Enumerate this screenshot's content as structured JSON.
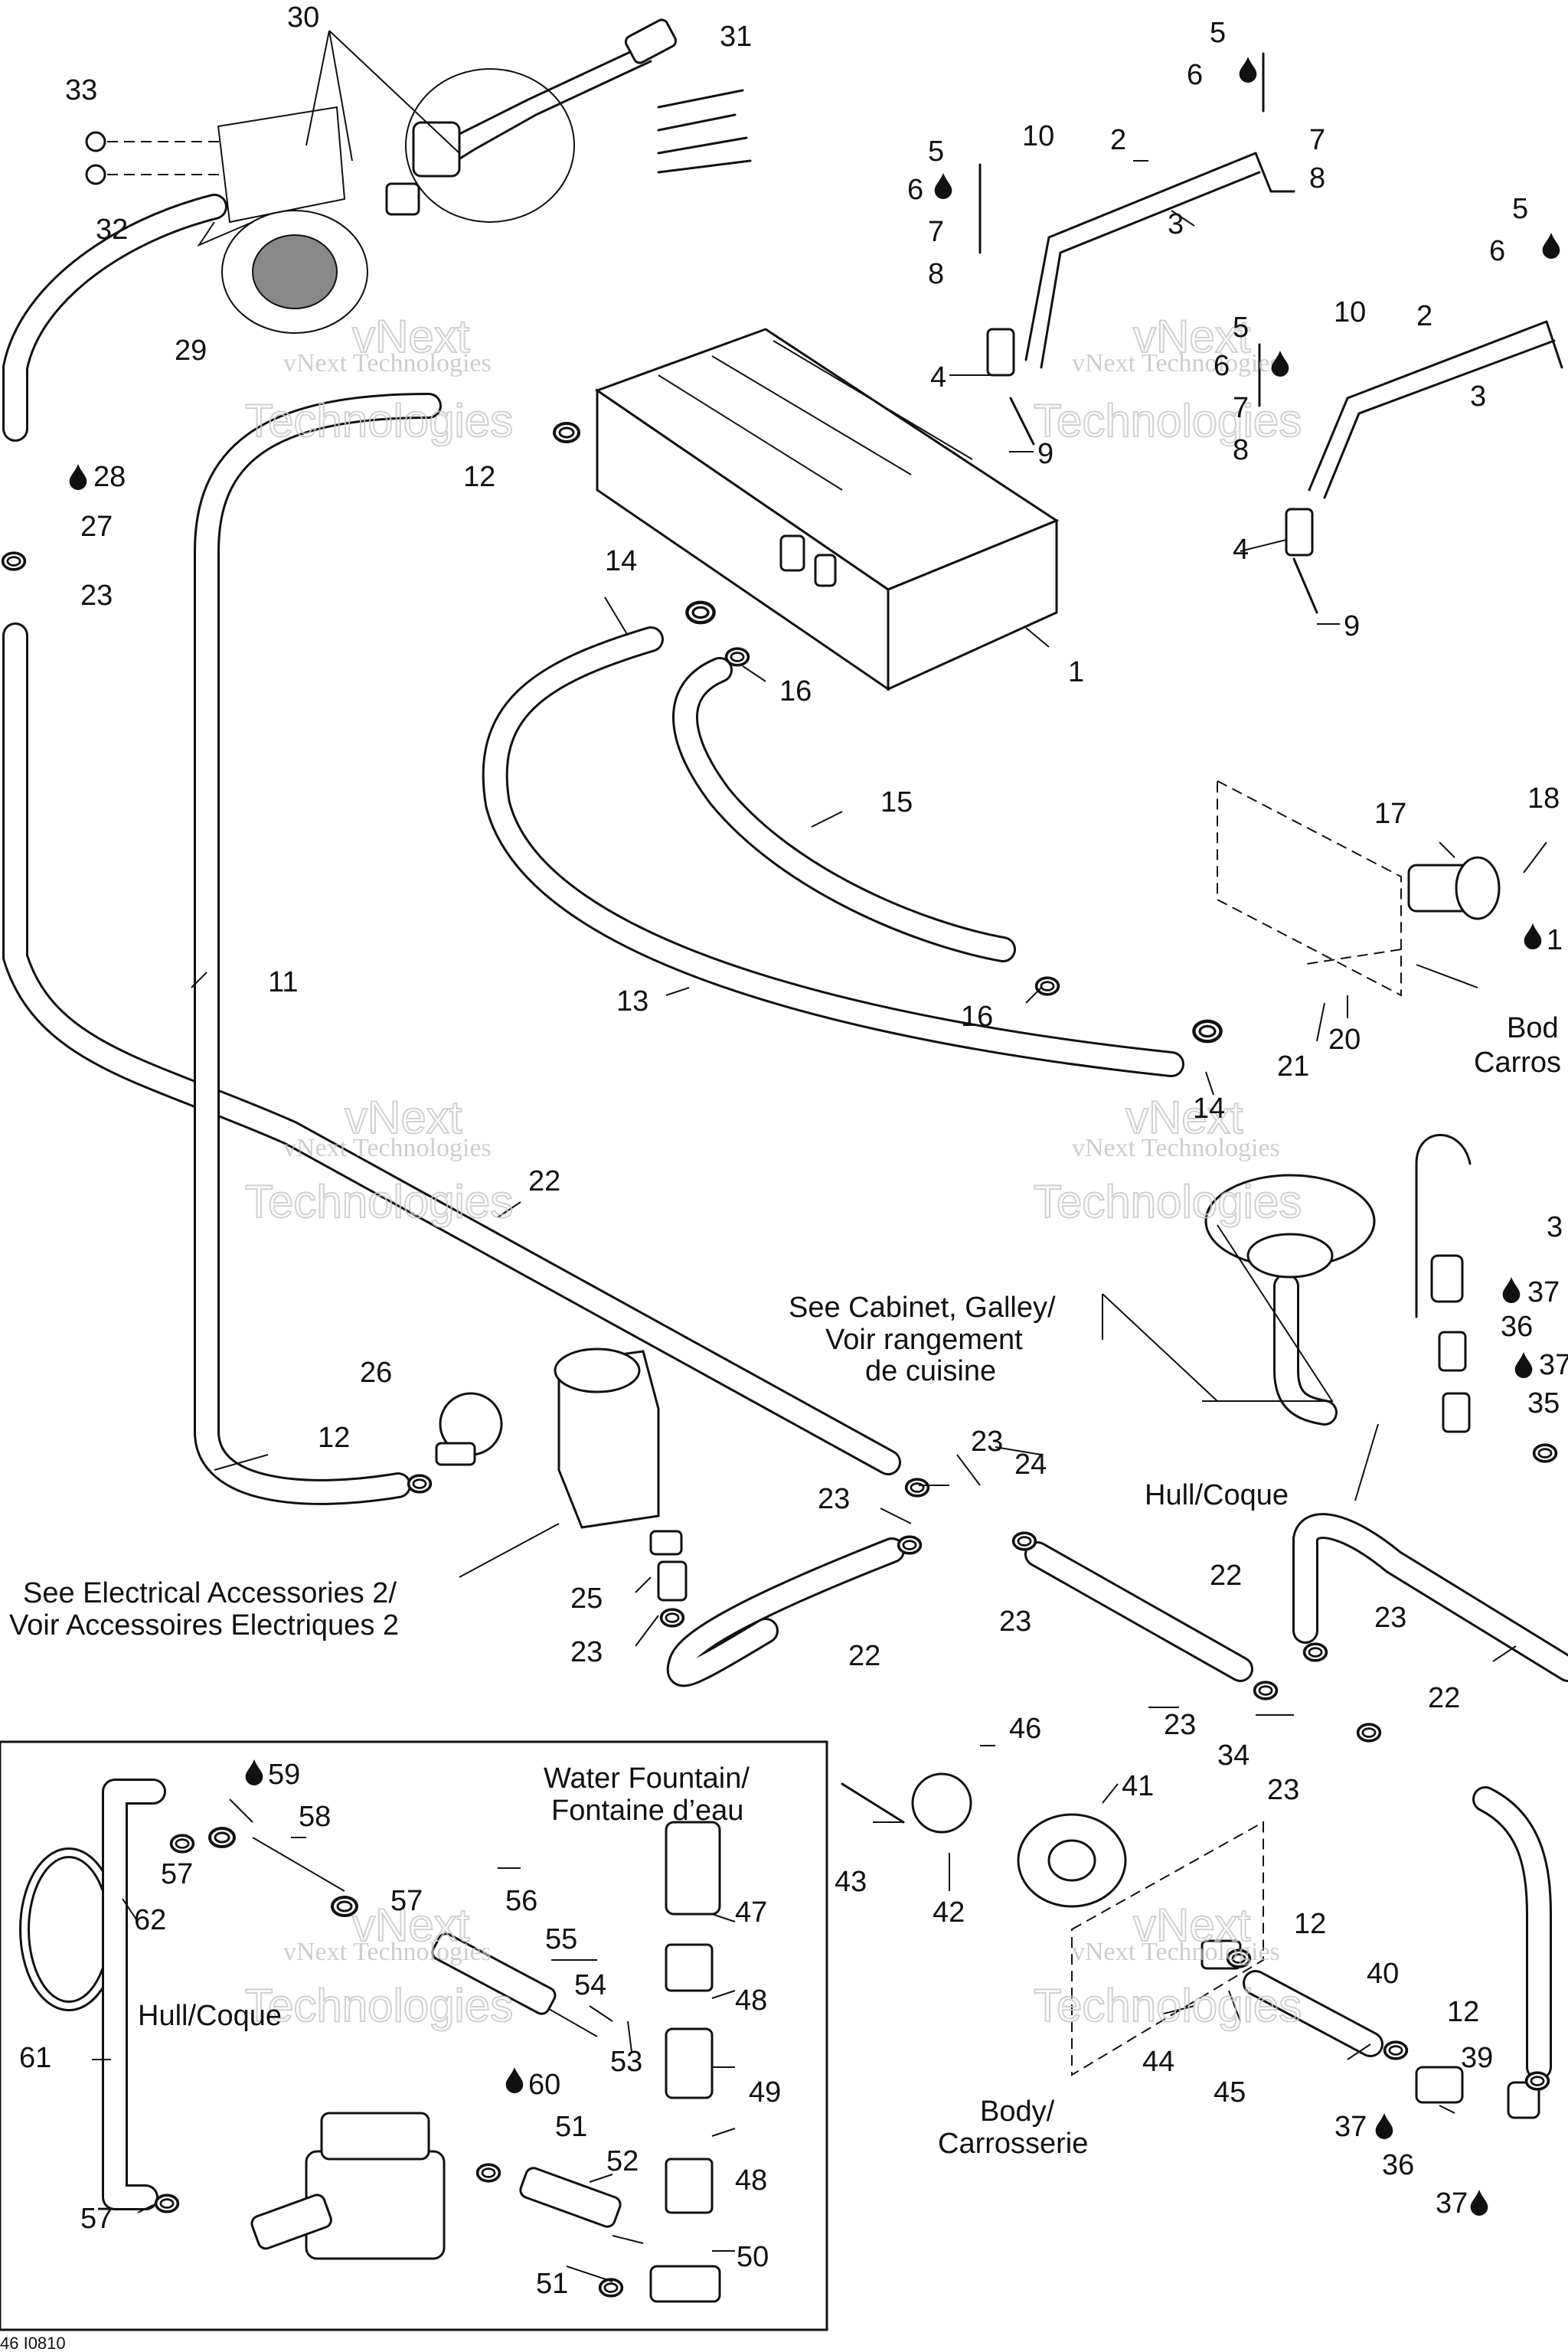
{
  "callouts": {
    "c1": "1",
    "c2a": "2",
    "c2b": "2",
    "c3a": "3",
    "c3b": "3",
    "c4a": "4",
    "c4b": "4",
    "c5a": "5",
    "c5b": "5",
    "c5c": "5",
    "c5d": "5",
    "c6a": "6",
    "c6b": "6",
    "c6c": "6",
    "c6d": "6",
    "c7a": "7",
    "c7b": "7",
    "c7c": "7",
    "c8a": "8",
    "c8b": "8",
    "c8c": "8",
    "c9a": "9",
    "c9b": "9",
    "c10a": "10",
    "c10b": "10",
    "c11": "11",
    "c12a": "12",
    "c12b": "12",
    "c12c": "12",
    "c12d": "12",
    "c13": "13",
    "c14a": "14",
    "c14b": "14",
    "c15": "15",
    "c16a": "16",
    "c16b": "16",
    "c17": "17",
    "c18": "18",
    "c19": "1",
    "c20": "20",
    "c21": "21",
    "c22a": "22",
    "c22b": "22",
    "c22c": "22",
    "c22d": "22",
    "c23a": "23",
    "c23b": "23",
    "c23c": "23",
    "c23d": "23",
    "c23e": "23",
    "c23f": "23",
    "c23g": "23",
    "c23h": "23",
    "c24": "24",
    "c25": "25",
    "c26": "26",
    "c27": "27",
    "c28": "28",
    "c29": "29",
    "c30": "30",
    "c31": "31",
    "c32": "32",
    "c33": "33",
    "c34": "34",
    "c35": "35",
    "c36a": "36",
    "c36b": "36",
    "c37a": "37",
    "c37b": "37",
    "c37c": "37",
    "c37d": "37",
    "c3c": "3",
    "c39": "39",
    "c40": "40",
    "c41": "41",
    "c42": "42",
    "c43": "43",
    "c44": "44",
    "c45": "45",
    "c46": "46",
    "c47": "47",
    "c48a": "48",
    "c48b": "48",
    "c49": "49",
    "c50": "50",
    "c51a": "51",
    "c51b": "51",
    "c52": "52",
    "c53": "53",
    "c54": "54",
    "c55": "55",
    "c56": "56",
    "c57a": "57",
    "c57b": "57",
    "c57c": "57",
    "c58": "58",
    "c59": "59",
    "c60": "60",
    "c61": "61",
    "c62": "62"
  },
  "notes": {
    "body_carrosserie_top_1": "Bod",
    "body_carrosserie_top_2": "Carros",
    "cabinet_1": "See Cabinet, Galley/",
    "cabinet_2": "Voir rangement",
    "cabinet_3": "de cuisine",
    "hull_coque_right": "Hull/Coque",
    "electrical_1": "See Electrical Accessories 2/",
    "electrical_2": "Voir Accessoires Electriques 2",
    "fountain_1": "Water Fountain/",
    "fountain_2": "Fontaine d’eau",
    "hull_coque_inset": "Hull/Coque",
    "body_bottom_1": "Body/",
    "body_bottom_2": "Carrosserie",
    "ref_code": "46 I0810"
  },
  "watermark": {
    "line1": "vNext Technologies",
    "line2": "vNext",
    "line3": "Technologies"
  },
  "icons": {
    "drop": "sealant-drop-icon"
  }
}
